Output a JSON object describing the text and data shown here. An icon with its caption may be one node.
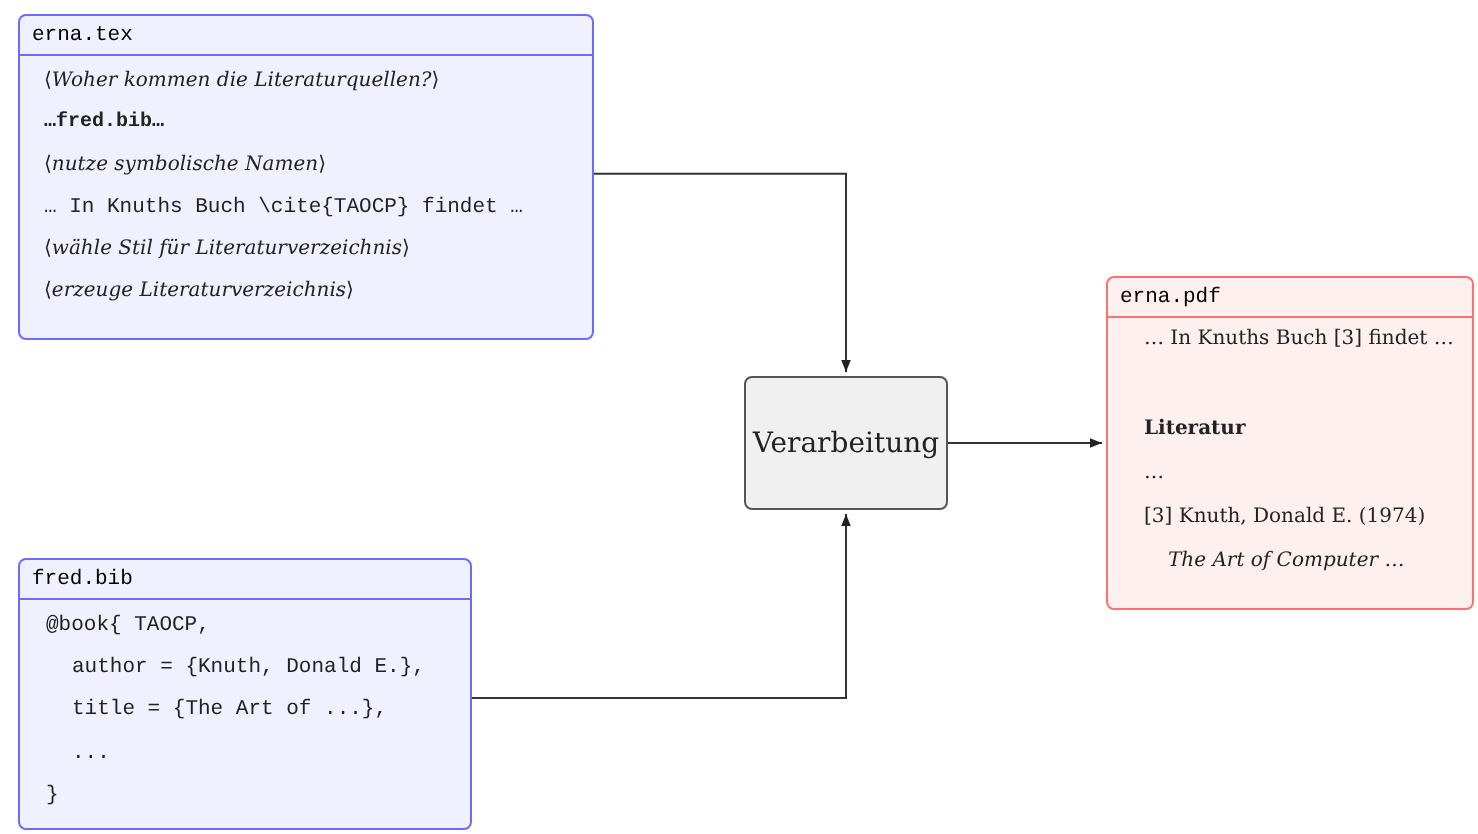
{
  "diagram": {
    "nodes": [
      {
        "text": [
          "erna.tex",
          "⟨*Woher kommen die Literaturquellen?*⟩",
          "…fred.bib…",
          "⟨*nutze symbolische Namen*⟩",
          "… In Knuths Buch \\cite{TAOCP} findet …",
          "⟨*wähle Stil für Literaturverzeichnis*⟩",
          "⟨*erzeuge Literaturverzeichnis*⟩"
        ]
      },
      {
        "text": [
          "fred.bib",
          "@book{ TAOCP,",
          "author = {Knuth, Donald E.},",
          "title = {The Art of ...},",
          "...",
          "}"
        ]
      },
      {
        "text": [
          "Verarbeitung"
        ]
      },
      {
        "text": [
          "erna.pdf",
          "… In Knuths Buch [3] findet …",
          "Literatur",
          "…",
          "[3] Knuth, Donald E. (1974)",
          "The Art of Computer …"
        ]
      }
    ],
    "edges": [
      {
        "from": 0,
        "to": 2,
        "arrow": "to"
      },
      {
        "from": 1,
        "to": 2,
        "arrow": "to"
      },
      {
        "from": 2,
        "to": 3,
        "arrow": "to"
      }
    ]
  }
}
